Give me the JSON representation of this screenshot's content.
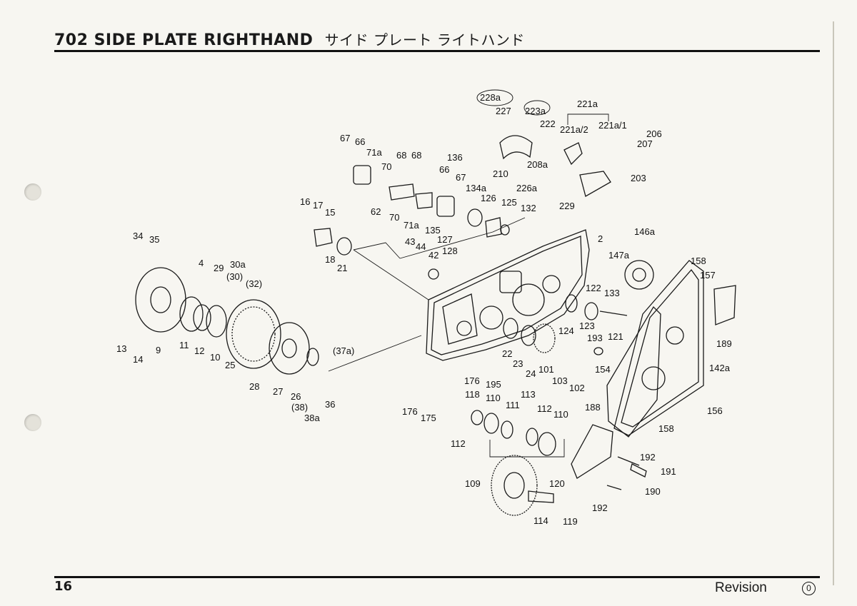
{
  "page": {
    "title": "702 SIDE PLATE RIGHTHAND",
    "title_jp": "サイド プレート ライトハンド",
    "page_number": "16",
    "revision_label": "Revision",
    "revision_number": "0"
  },
  "callouts": [
    "228a",
    "227",
    "223a",
    "221a",
    "222",
    "221a/2",
    "221a/1",
    "206",
    "207",
    "208a",
    "203",
    "210",
    "226a",
    "229",
    "67",
    "66",
    "71a",
    "68",
    "68",
    "70",
    "136",
    "66",
    "67",
    "134a",
    "126",
    "125",
    "132",
    "62",
    "70",
    "71a",
    "135",
    "127",
    "128",
    "16",
    "17",
    "15",
    "18",
    "21",
    "2",
    "146a",
    "147a",
    "158",
    "157",
    "189",
    "43",
    "44",
    "42",
    "34",
    "35",
    "4",
    "29",
    "30a",
    "(30)",
    "(32)",
    "13",
    "14",
    "9",
    "11",
    "12",
    "10",
    "25",
    "28",
    "27",
    "26",
    "(38)",
    "38a",
    "36",
    "(37a)",
    "122",
    "133",
    "124",
    "123",
    "121",
    "193",
    "22",
    "23",
    "24",
    "101",
    "103",
    "102",
    "154",
    "142a",
    "156",
    "158",
    "176",
    "195",
    "118",
    "110",
    "113",
    "111",
    "112",
    "110",
    "176",
    "175",
    "112",
    "188",
    "192",
    "191",
    "109",
    "120",
    "190",
    "192",
    "114",
    "119"
  ]
}
